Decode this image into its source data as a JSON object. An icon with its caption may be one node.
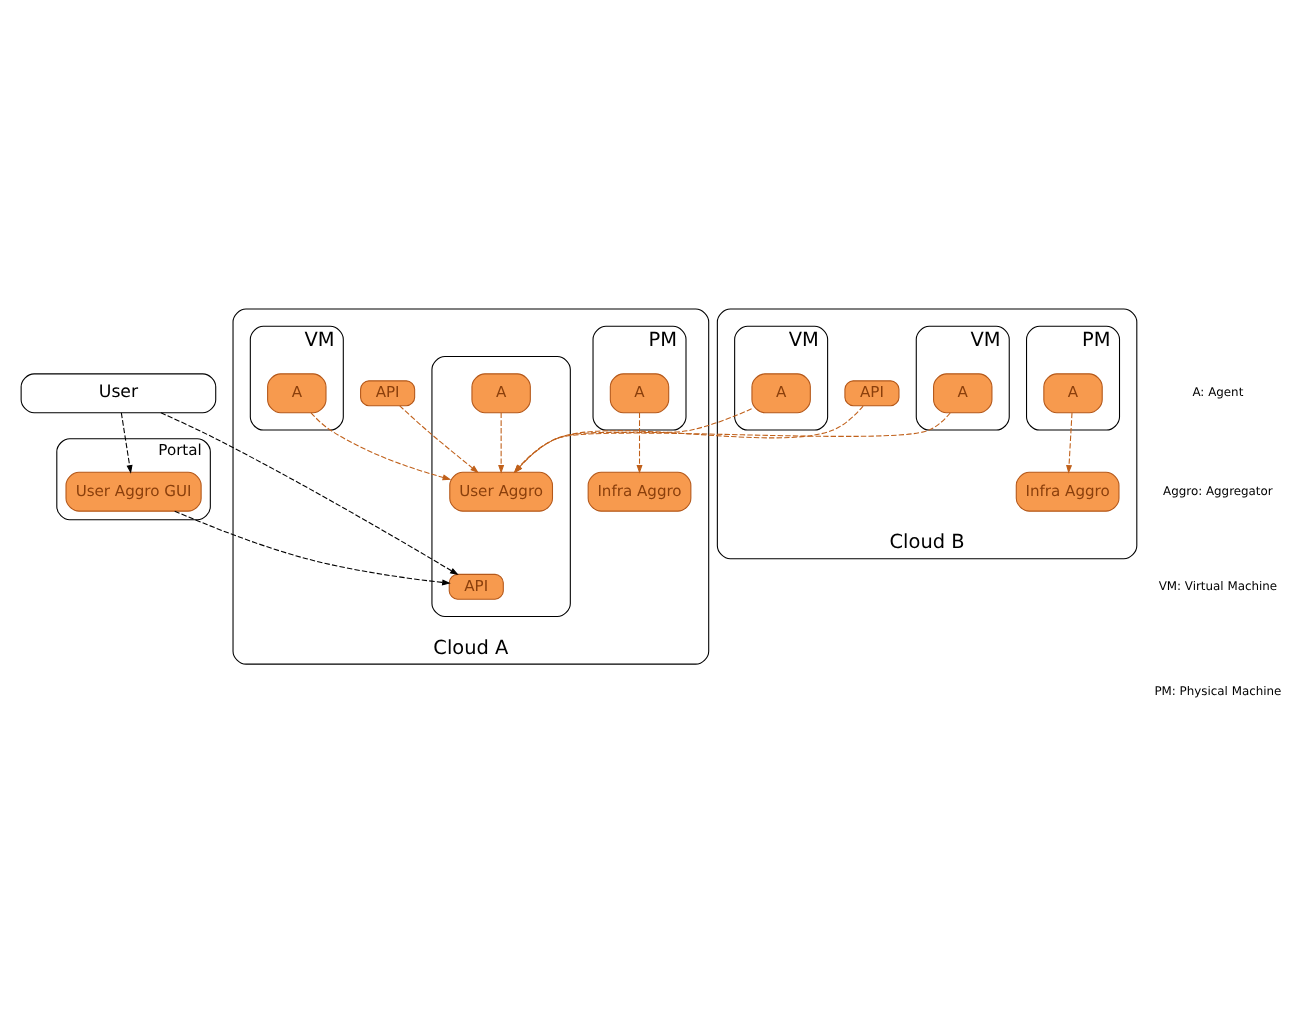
{
  "diagram": {
    "nodes": [
      {
        "text": [
          "User"
        ]
      },
      {
        "text": [
          "Portal"
        ]
      },
      {
        "text": [
          "User Aggro GUI"
        ],
        "in": 1
      },
      {
        "text": [
          "Cloud A"
        ]
      },
      {
        "text": [],
        "shape": "box",
        "in": 3
      },
      {
        "text": [
          "API"
        ],
        "in": 4
      },
      {
        "text": [
          "User Aggro"
        ],
        "in": 4
      },
      {
        "text": [
          "A"
        ],
        "in": 4
      },
      {
        "text": [
          "VM"
        ],
        "in": 3
      },
      {
        "text": [
          "A"
        ],
        "in": 8
      },
      {
        "text": [
          "PM"
        ],
        "in": 3
      },
      {
        "text": [
          "A"
        ],
        "in": 10
      },
      {
        "text": [
          "API"
        ],
        "in": 3
      },
      {
        "text": [
          "Infra Aggro"
        ],
        "in": 3
      },
      {
        "text": [
          "Cloud B"
        ]
      },
      {
        "text": [
          "VM"
        ],
        "in": 14
      },
      {
        "text": [
          "A"
        ],
        "in": 15
      },
      {
        "text": [
          "VM"
        ],
        "in": 14
      },
      {
        "text": [
          "A"
        ],
        "in": 17
      },
      {
        "text": [
          "PM"
        ],
        "in": 14
      },
      {
        "text": [
          "A"
        ],
        "in": 19
      },
      {
        "text": [
          "API"
        ],
        "in": 14
      },
      {
        "text": [
          "Infra Aggro"
        ],
        "in": 14
      }
    ],
    "edges": [
      {
        "from": 0,
        "to": 2,
        "arrow": "to",
        "style": "dashed",
        "color": "#000000"
      },
      {
        "from": 2,
        "to": 5,
        "arrow": "to",
        "style": "dashed",
        "color": "#000000"
      },
      {
        "from": 0,
        "to": 5,
        "arrow": "to",
        "style": "dashed",
        "color": "#000000"
      },
      {
        "from": 7,
        "to": 6,
        "arrow": "to",
        "style": "dashed"
      },
      {
        "from": 9,
        "to": 6,
        "arrow": "to",
        "style": "dashed"
      },
      {
        "from": 12,
        "to": 6,
        "arrow": "to",
        "style": "dashed"
      },
      {
        "from": 11,
        "to": 13,
        "arrow": "to",
        "style": "dashed"
      },
      {
        "from": 16,
        "to": 6,
        "arrow": "to",
        "style": "dashed"
      },
      {
        "from": 18,
        "to": 6,
        "arrow": "to",
        "style": "dashed"
      },
      {
        "from": 21,
        "to": 6,
        "arrow": "to",
        "style": "dashed"
      },
      {
        "from": 20,
        "to": 22,
        "arrow": "to",
        "style": "dashed"
      }
    ],
    "labels": [
      "A: Agent",
      "Aggro: Aggregator",
      "VM: Virtual Machine",
      "PM: Physical Machine"
    ]
  }
}
